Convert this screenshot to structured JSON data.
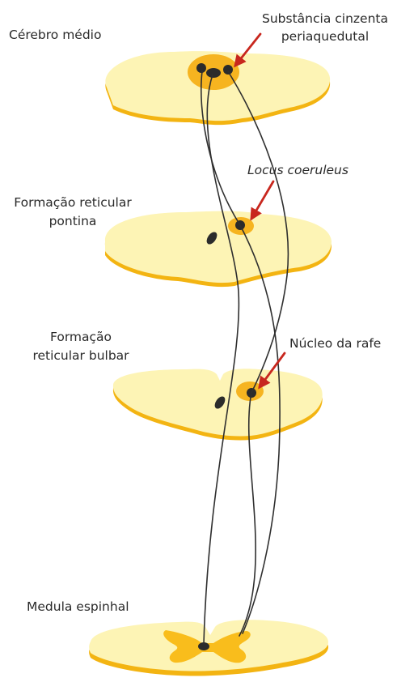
{
  "labels": {
    "midbrain": "Cérebro médio",
    "periaqueductal_gray_line1": "Substância cinzenta",
    "periaqueductal_gray_line2": "periaquedutal",
    "locus_coeruleus": "Locus coeruleus",
    "pontine_reticular_line1": "Formação reticular",
    "pontine_reticular_line2": "pontina",
    "bulbar_reticular_line1": "Formação",
    "bulbar_reticular_line2": "reticular bulbar",
    "raphe_nucleus": "Núcleo da rafe",
    "spinal_cord": "Medula espinhal"
  },
  "colors": {
    "tissue_fill": "#fdf4b5",
    "tissue_edge": "#f3b412",
    "nucleus_fill": "#f6b420",
    "gray_matter": "#f9bd1c",
    "dot": "#2b2b2b",
    "pathway": "#2f2f2f",
    "arrow": "#c8271e",
    "text": "#2a2a2a"
  }
}
